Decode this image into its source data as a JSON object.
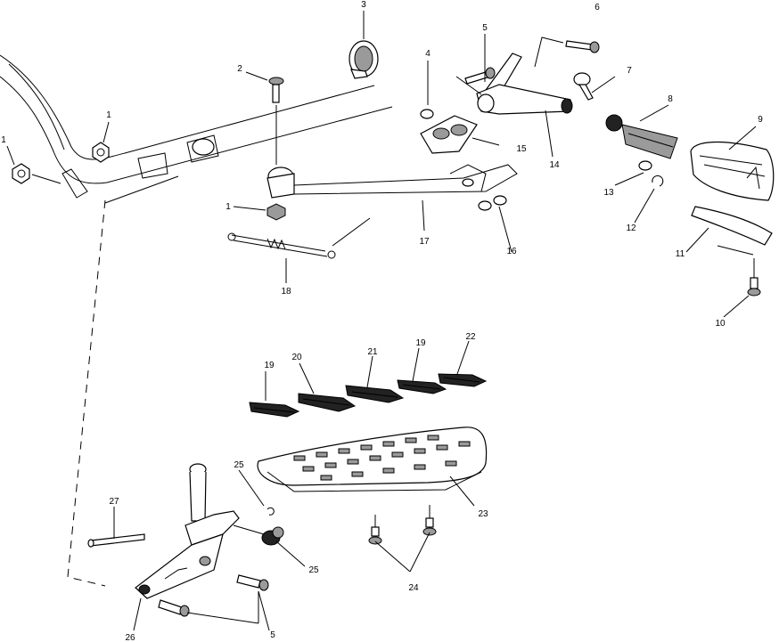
{
  "callouts": {
    "c1a": "1",
    "c1b": "1",
    "c1c": "1",
    "c2": "2",
    "c3": "3",
    "c4": "4",
    "c5a": "5",
    "c5b": "5",
    "c6": "6",
    "c7": "7",
    "c8": "8",
    "c9": "9",
    "c10": "10",
    "c11": "11",
    "c12": "12",
    "c13": "13",
    "c14": "14",
    "c15": "15",
    "c16": "16",
    "c17": "17",
    "c18": "18",
    "c19a": "19",
    "c19b": "19",
    "c20": "20",
    "c21": "21",
    "c22": "22",
    "c23": "23",
    "c24": "24",
    "c25a": "25",
    "c25b": "25",
    "c26": "26",
    "c27": "27"
  }
}
